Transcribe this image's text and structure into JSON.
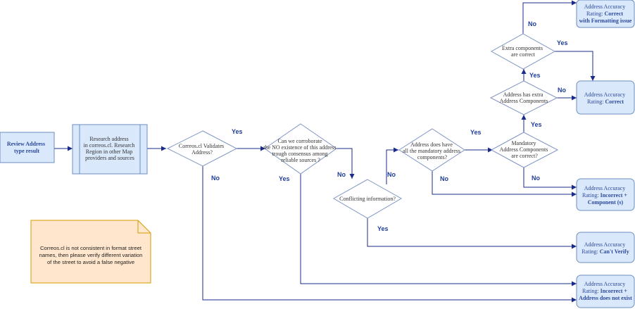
{
  "colors": {
    "line": "#1a2b8a",
    "diamond_stroke": "#7f94c4",
    "box_fill": "#dae8fc",
    "box_stroke": "#6c8ebf",
    "note_fill": "#ffe6cc",
    "note_stroke": "#d79b00",
    "label": "#1f3d99"
  },
  "nodes": {
    "review": [
      "Review Address",
      "type result"
    ],
    "research": [
      "Research address",
      "in correos.cl. Research",
      "Region in other Map",
      "providers and sources"
    ],
    "correos_validates": [
      "Correos.cl Validates",
      "Address?"
    ],
    "corroborate": [
      "Can we corroborate",
      "the NO existence of this address",
      "trough consensus among",
      "reliable sources ?"
    ],
    "conflicting": [
      "Conflicting information?"
    ],
    "mandatory_have": [
      "Address does have",
      "all the mandatory  address",
      "components?"
    ],
    "mandatory_correct": [
      "Mandatory",
      "Address Components",
      "are correct?"
    ],
    "extra_has": [
      "Address has extra",
      "Address Components"
    ],
    "extra_correct": [
      "Extra components",
      "are correct"
    ]
  },
  "outcomes": {
    "correct_formatting": {
      "line1": "Address Accuracy",
      "prefix": "Rating: ",
      "bold": [
        "Correct",
        "with Formatting issue"
      ]
    },
    "correct": {
      "line1": "Address Accuracy",
      "prefix": "Rating: ",
      "bold": [
        "Correct"
      ]
    },
    "incorrect_component": {
      "line1": "Address Accuracy",
      "prefix": "Rating: ",
      "bold": [
        "Incorrect +",
        "Component (s)"
      ]
    },
    "cant_verify": {
      "line1": "Address Accuracy",
      "prefix": "Rating: ",
      "bold": [
        "Can't Verify"
      ]
    },
    "incorrect_not_exist": {
      "line1": "Address Accuracy",
      "prefix": "Rating: ",
      "bold": [
        "Incorrect +",
        "Address does not exist"
      ]
    }
  },
  "labels": {
    "yes": "Yes",
    "no": "No"
  },
  "note": "Correos.cl is not consistent  in format street names, then please verify different variation of the street to avoid a false negative"
}
